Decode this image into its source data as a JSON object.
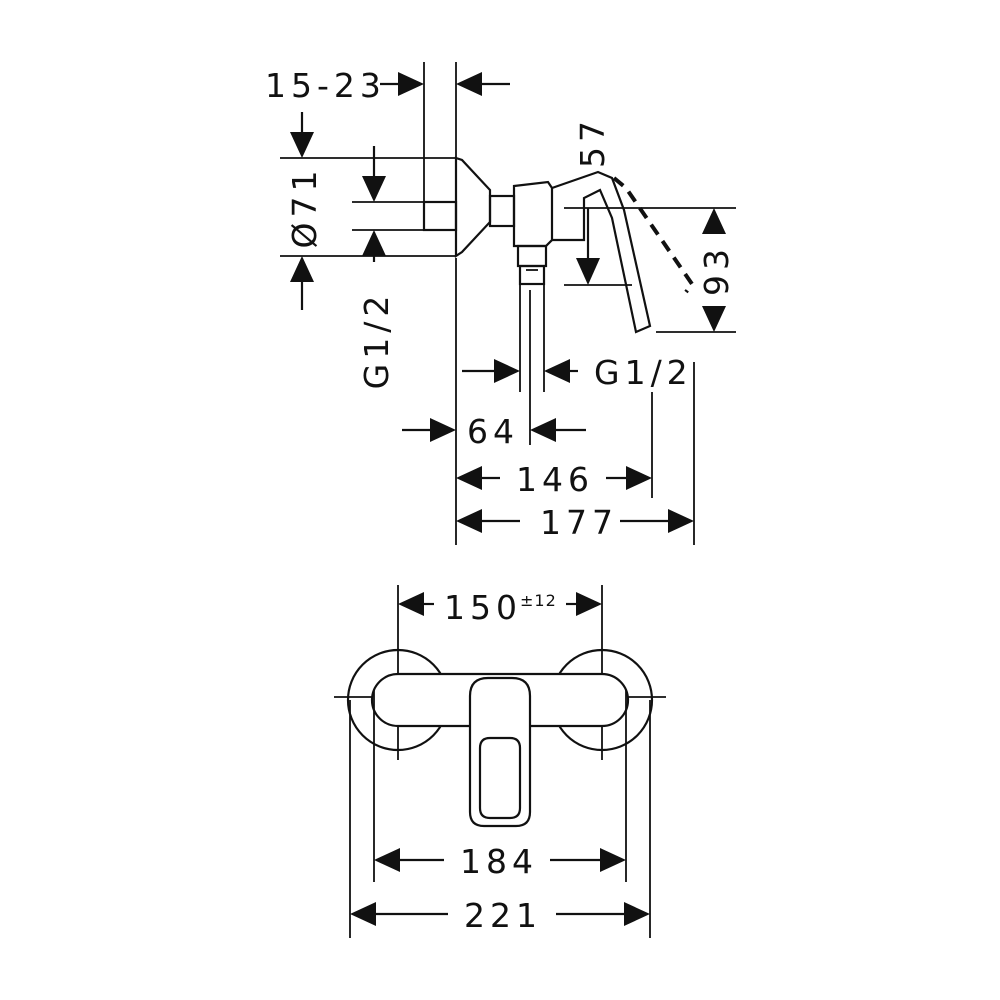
{
  "side_view": {
    "offset_range": "15-23",
    "rosette_diameter": "Ø71",
    "inlet_thread": "G1/2",
    "outlet_thread": "G1/2",
    "handle_height": "57",
    "lever_drop": "93",
    "outlet_offset": "64",
    "depth_to_outlet": "146",
    "depth_total": "177"
  },
  "front_view": {
    "centres": "150",
    "centres_tolerance": "±12",
    "inner_width": "184",
    "overall_width": "221"
  }
}
